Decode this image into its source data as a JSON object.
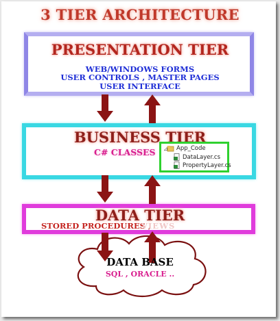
{
  "title": "3 TIER ARCHITECTURE",
  "presentation_tier": {
    "title": "PRESENTATION TIER",
    "lines": [
      "WEB/WINDOWS FORMS",
      "USER CONTROLS , MASTER PAGES",
      "USER INTERFACE"
    ]
  },
  "business_tier": {
    "title": "BUSINESS TIER",
    "subtitle": "C# CLASSES",
    "code_panel": {
      "folder": "App_Code",
      "files": [
        "DataLayer.cs",
        "PropertyLayer.cs"
      ]
    }
  },
  "data_tier": {
    "title": "DATA TIER",
    "subtitle": "STORED PROCEDURES ,",
    "faded_text": "VIEWS"
  },
  "database": {
    "title": "DATA BASE",
    "subtitle": "SQL , ORACLE .."
  },
  "colors": {
    "title_red": "#c0392b",
    "presentation_border": "#8f86e6",
    "business_border": "#39d8e3",
    "data_border": "#e03bdc",
    "arrow": "#8b1414",
    "code_panel_border": "#2fd12f"
  }
}
